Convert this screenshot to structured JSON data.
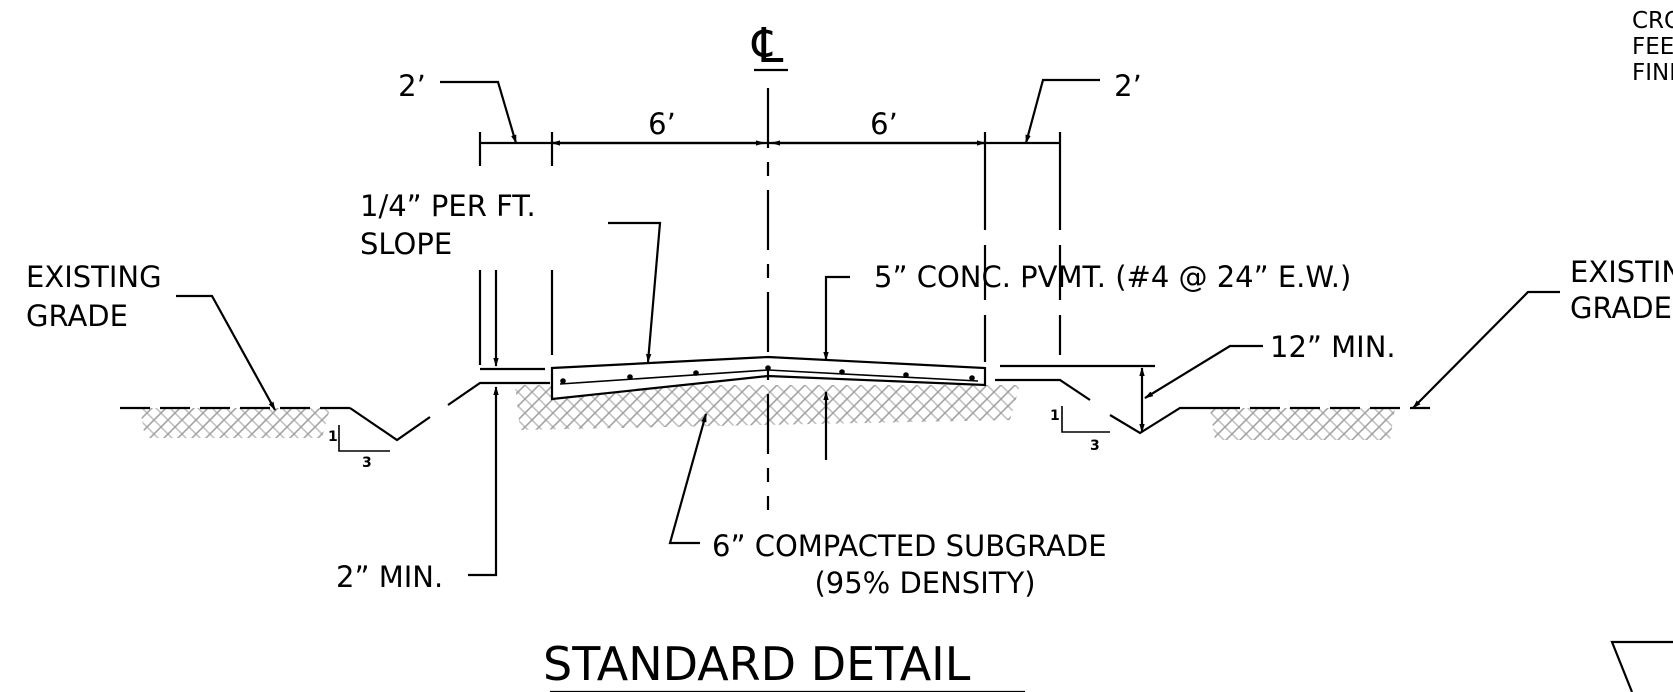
{
  "centerline_symbol": "℄",
  "dimensions": {
    "left_shoulder": "2’",
    "left_half": "6’",
    "right_half": "6’",
    "right_shoulder": "2’"
  },
  "notes": {
    "slope_line1": "1/4” PER FT.",
    "slope_line2": "SLOPE",
    "existing_grade_left_line1": "EXISTING",
    "existing_grade_left_line2": "GRADE",
    "existing_grade_right_line1": "EXISTIN",
    "existing_grade_right_line2": "GRADE",
    "pavement": "5” CONC. PVMT. (#4 @ 24” E.W.)",
    "ditch_depth": "12” MIN.",
    "subgrade_line1": "6” COMPACTED SUBGRADE",
    "subgrade_line2": "(95% DENSITY)",
    "min_drop": "2” MIN.",
    "side_slope_rise_left": "1",
    "side_slope_run_left": "3",
    "side_slope_rise_right": "1",
    "side_slope_run_right": "3"
  },
  "title": "STANDARD DETAIL",
  "corner_note": {
    "line1": "CRO",
    "line2": "FEE",
    "line3": "FINI"
  },
  "colors": {
    "ink": "#000000",
    "hatch": "#9a9a9a",
    "background": "#ffffff"
  }
}
